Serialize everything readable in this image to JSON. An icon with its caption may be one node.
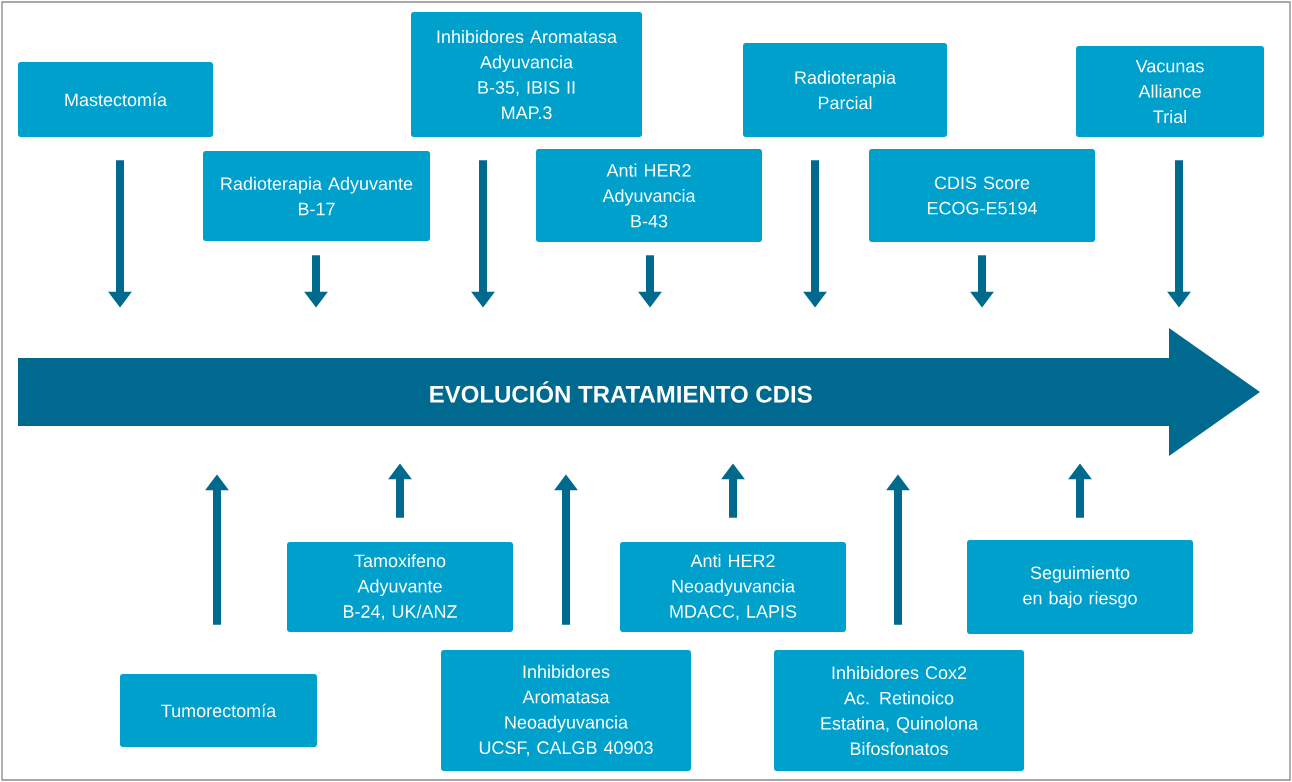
{
  "diagram": {
    "nodes": [
      {
        "text": [
          "Mastectomía"
        ]
      },
      {
        "text": [
          "Radioterapia Adyuvante",
          "B-17"
        ]
      },
      {
        "text": [
          "Inhibidores Aromatasa",
          "Adyuvancia",
          "B-35, IBIS II",
          "MAP.3"
        ]
      },
      {
        "text": [
          "Anti HER2",
          "Adyuvancia",
          "B-43"
        ]
      },
      {
        "text": [
          "Radioterapia Parcial"
        ]
      },
      {
        "text": [
          "CDIS Score",
          "ECOG-E5194"
        ]
      },
      {
        "text": [
          "Vacunas",
          "Alliance Trial"
        ]
      },
      {
        "text": [
          "EVOLUCIÓN TRATAMIENTO CDIS"
        ]
      },
      {
        "text": [
          "Tamoxifeno",
          "Adyuvante",
          "B-24, UK/ANZ"
        ]
      },
      {
        "text": [
          "Anti HER2",
          "Neoadyuvancia",
          "MDACC, LAPIS"
        ]
      },
      {
        "text": [
          "Seguimiento en bajo riesgo"
        ]
      },
      {
        "text": [
          "Tumorectomía"
        ]
      },
      {
        "text": [
          "Inhibidores",
          "Aromatasa",
          "Neoadyuvancia",
          "UCSF, CALGB 40903"
        ]
      },
      {
        "text": [
          "Inhibidores Cox2",
          "Ac. Retinoico",
          "Estatina, Quinolona",
          "Bifosfonatos"
        ]
      }
    ],
    "edges": [
      {
        "from": 0,
        "to": 7,
        "arrow": "to"
      },
      {
        "from": 1,
        "to": 7,
        "arrow": "to"
      },
      {
        "from": 2,
        "to": 7,
        "arrow": "to"
      },
      {
        "from": 3,
        "to": 7,
        "arrow": "to"
      },
      {
        "from": 4,
        "to": 7,
        "arrow": "to"
      },
      {
        "from": 5,
        "to": 7,
        "arrow": "to"
      },
      {
        "from": 6,
        "to": 7,
        "arrow": "to"
      },
      {
        "from": 11,
        "to": 7,
        "arrow": "to"
      },
      {
        "from": 8,
        "to": 7,
        "arrow": "to"
      },
      {
        "from": 12,
        "to": 7,
        "arrow": "to"
      },
      {
        "from": 9,
        "to": 7,
        "arrow": "to"
      },
      {
        "from": 13,
        "to": 7,
        "arrow": "to"
      },
      {
        "from": 10,
        "to": 7,
        "arrow": "to"
      }
    ]
  }
}
